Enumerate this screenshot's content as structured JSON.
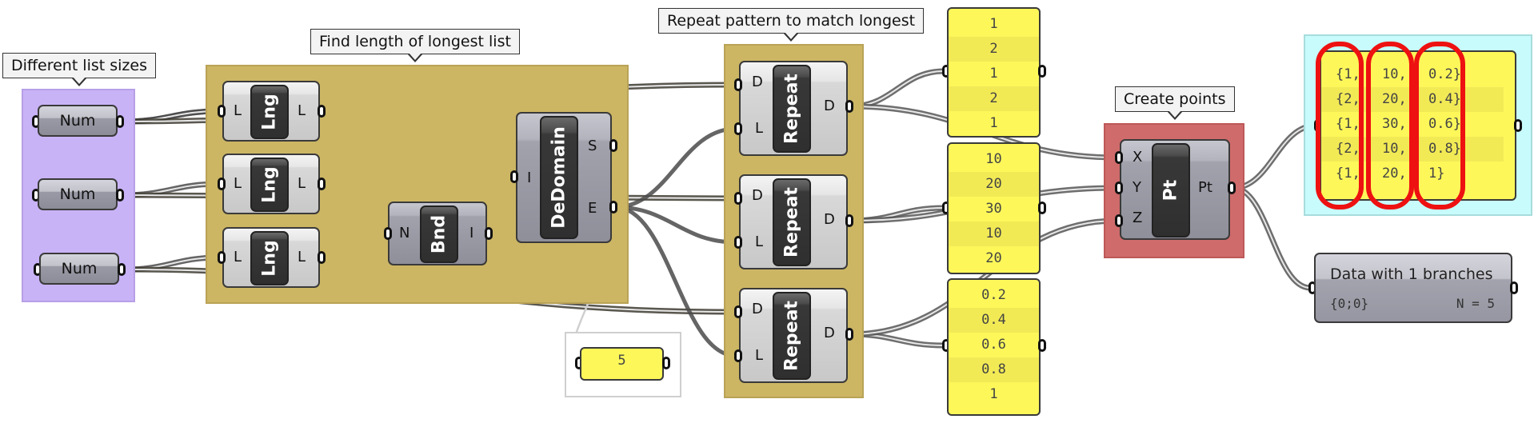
{
  "groups": {
    "inputs": {
      "label": "Different list sizes",
      "color": "#c9b3f7"
    },
    "length": {
      "label": "Find length of longest list",
      "color": "#ccb664"
    },
    "repeat": {
      "label": "Repeat pattern to match longest",
      "color": "#ccb664"
    },
    "points": {
      "label": "Create points",
      "color": "#d06b6b"
    },
    "result": {
      "color": "#c8fbfb"
    }
  },
  "num_params": [
    {
      "label": "Num"
    },
    {
      "label": "Num"
    },
    {
      "label": "Num"
    }
  ],
  "length_components": [
    {
      "name": "Lng",
      "input": "L",
      "output": "L"
    },
    {
      "name": "Lng",
      "input": "L",
      "output": "L"
    },
    {
      "name": "Lng",
      "input": "L",
      "output": "L"
    }
  ],
  "bounds_component": {
    "name": "Bnd",
    "input": "N",
    "output": "I"
  },
  "deconstruct_domain": {
    "name": "DeDomain",
    "input": "I",
    "outputs": [
      "S",
      "E"
    ]
  },
  "length_panel": {
    "value": "5"
  },
  "repeat_components": [
    {
      "name": "Repeat",
      "inputs": [
        "D",
        "L"
      ],
      "output": "D"
    },
    {
      "name": "Repeat",
      "inputs": [
        "D",
        "L"
      ],
      "output": "D"
    },
    {
      "name": "Repeat",
      "inputs": [
        "D",
        "L"
      ],
      "output": "D"
    }
  ],
  "panels": [
    {
      "values": [
        "1",
        "2",
        "1",
        "2",
        "1"
      ]
    },
    {
      "values": [
        "10",
        "20",
        "30",
        "10",
        "20"
      ]
    },
    {
      "values": [
        "0.2",
        "0.4",
        "0.6",
        "0.8",
        "1"
      ]
    }
  ],
  "point_component": {
    "name": "Pt",
    "inputs": [
      "X",
      "Y",
      "Z"
    ],
    "output": "Pt"
  },
  "points_panel": {
    "rows": [
      [
        "{1,",
        "10,",
        "0.2}"
      ],
      [
        "{2,",
        "20,",
        "0.4}"
      ],
      [
        "{1,",
        "30,",
        "0.6}"
      ],
      [
        "{2,",
        "10,",
        "0.8}"
      ],
      [
        "{1,",
        "20,",
        "1}"
      ]
    ],
    "highlight_color": "#ee1111"
  },
  "data_viewer": {
    "title": "Data with 1 branches",
    "path": "{0;0}",
    "count": "N = 5"
  },
  "wire_color": "#4a4a4a"
}
